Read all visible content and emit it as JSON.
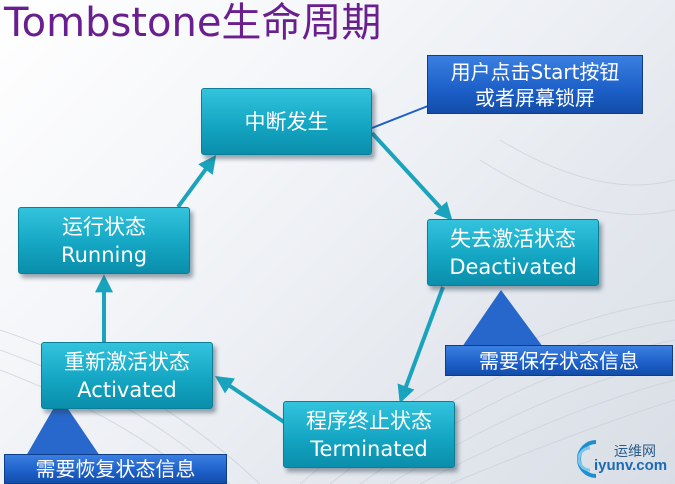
{
  "title": "Tombstone生命周期",
  "nodes": {
    "interrupt": {
      "line1": "中断发生"
    },
    "running": {
      "line1": "运行状态",
      "line2": "Running"
    },
    "deactivated": {
      "line1": "失去激活状态",
      "line2": "Deactivated"
    },
    "activated": {
      "line1": "重新激活状态",
      "line2": "Activated"
    },
    "terminated": {
      "line1": "程序终止状态",
      "line2": "Terminated"
    }
  },
  "callouts": {
    "start": {
      "line1": "用户点击Start按钮",
      "line2": "或者屏幕锁屏"
    },
    "save": {
      "text": "需要保存状态信息"
    },
    "restore": {
      "text": "需要恢复状态信息"
    }
  },
  "watermark": {
    "cn": "运维网",
    "en": "iyunv.com"
  },
  "colors": {
    "title": "#6a1f8f",
    "node_fill": "#14a6c3",
    "arrow": "#1aa3bd",
    "callout_fill": "#1c5fc8"
  }
}
